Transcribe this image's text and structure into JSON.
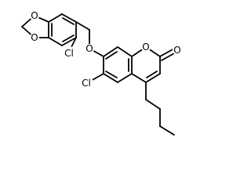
{
  "molecule": {
    "atom_labels": {
      "o_dioxole_top": "O",
      "o_dioxole_bottom": "O",
      "cl_benzyl": "Cl",
      "o_ether": "O",
      "o_ring": "O",
      "o_carbonyl": "O",
      "cl_coumarin": "Cl"
    }
  },
  "colors": {
    "bond": "#000000",
    "label": "#000000",
    "background": "#ffffff"
  }
}
